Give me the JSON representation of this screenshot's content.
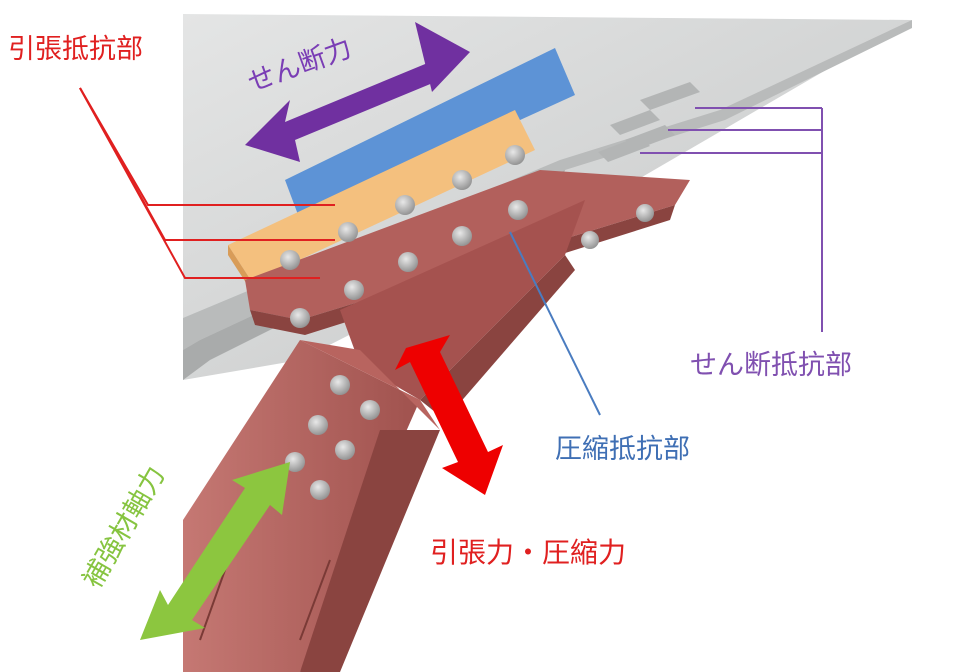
{
  "labels": {
    "tension_part": "引張抵抗部",
    "shear_force": "せん断力",
    "shear_part": "せん断抵抗部",
    "compression_part": "圧縮抵抗部",
    "axial_force": "引張力・圧縮力",
    "brace_axial": "補強材軸力"
  },
  "colors": {
    "concrete": "#c9cbcb",
    "steel": "#b2605c",
    "steel_dark": "#8a4440",
    "plate_orange": "#f4c07e",
    "plate_blue": "#5d93d6",
    "arrow_purple": "#7030a0",
    "arrow_red": "#ee0000",
    "arrow_green": "#8cc63f",
    "leader_red": "#e02020",
    "leader_blue": "#4a7cc0",
    "leader_purple": "#8050b0"
  }
}
